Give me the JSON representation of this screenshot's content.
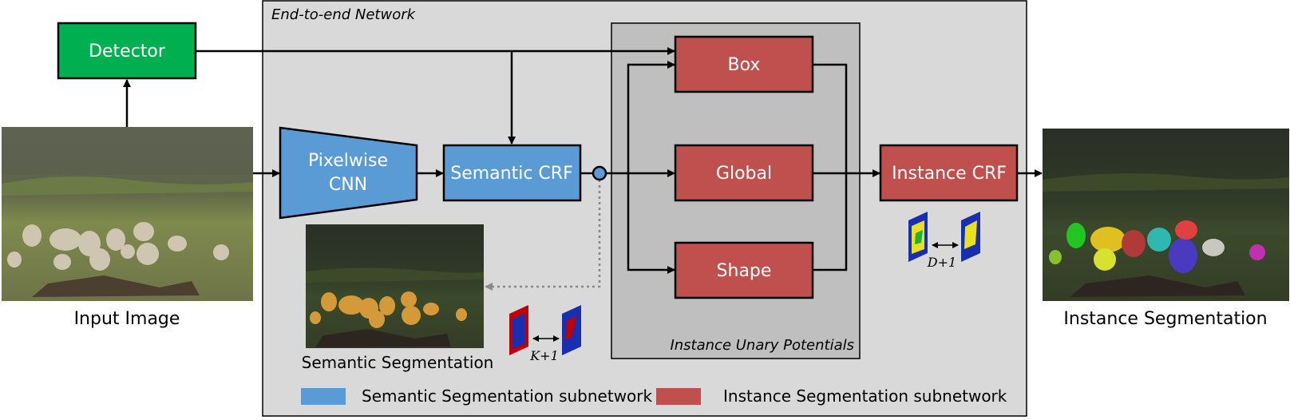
{
  "network": {
    "title": "End-to-end Network"
  },
  "detector": {
    "label": "Detector"
  },
  "pixelwise_cnn": {
    "line1": "Pixelwise",
    "line2": "CNN"
  },
  "semantic_crf": {
    "label": "Semantic CRF"
  },
  "unary": {
    "title": "Instance Unary Potentials",
    "box": "Box",
    "global": "Global",
    "shape": "Shape"
  },
  "instance_crf": {
    "label": "Instance CRF"
  },
  "captions": {
    "input": "Input Image",
    "semantic": "Semantic Segmentation",
    "instance": "Instance Segmentation"
  },
  "tensors": {
    "semantic_dim": "K+1",
    "instance_dim": "D+1"
  },
  "legend": {
    "semantic": "Semantic Segmentation subnetwork",
    "instance": "Instance Segmentation subnetwork"
  },
  "colors": {
    "semantic_blue": "#5b9bd5",
    "instance_red": "#c0504d",
    "detector_green": "#00b050",
    "network_bg": "#d9d9d9",
    "unary_bg": "#bfbfbf"
  }
}
